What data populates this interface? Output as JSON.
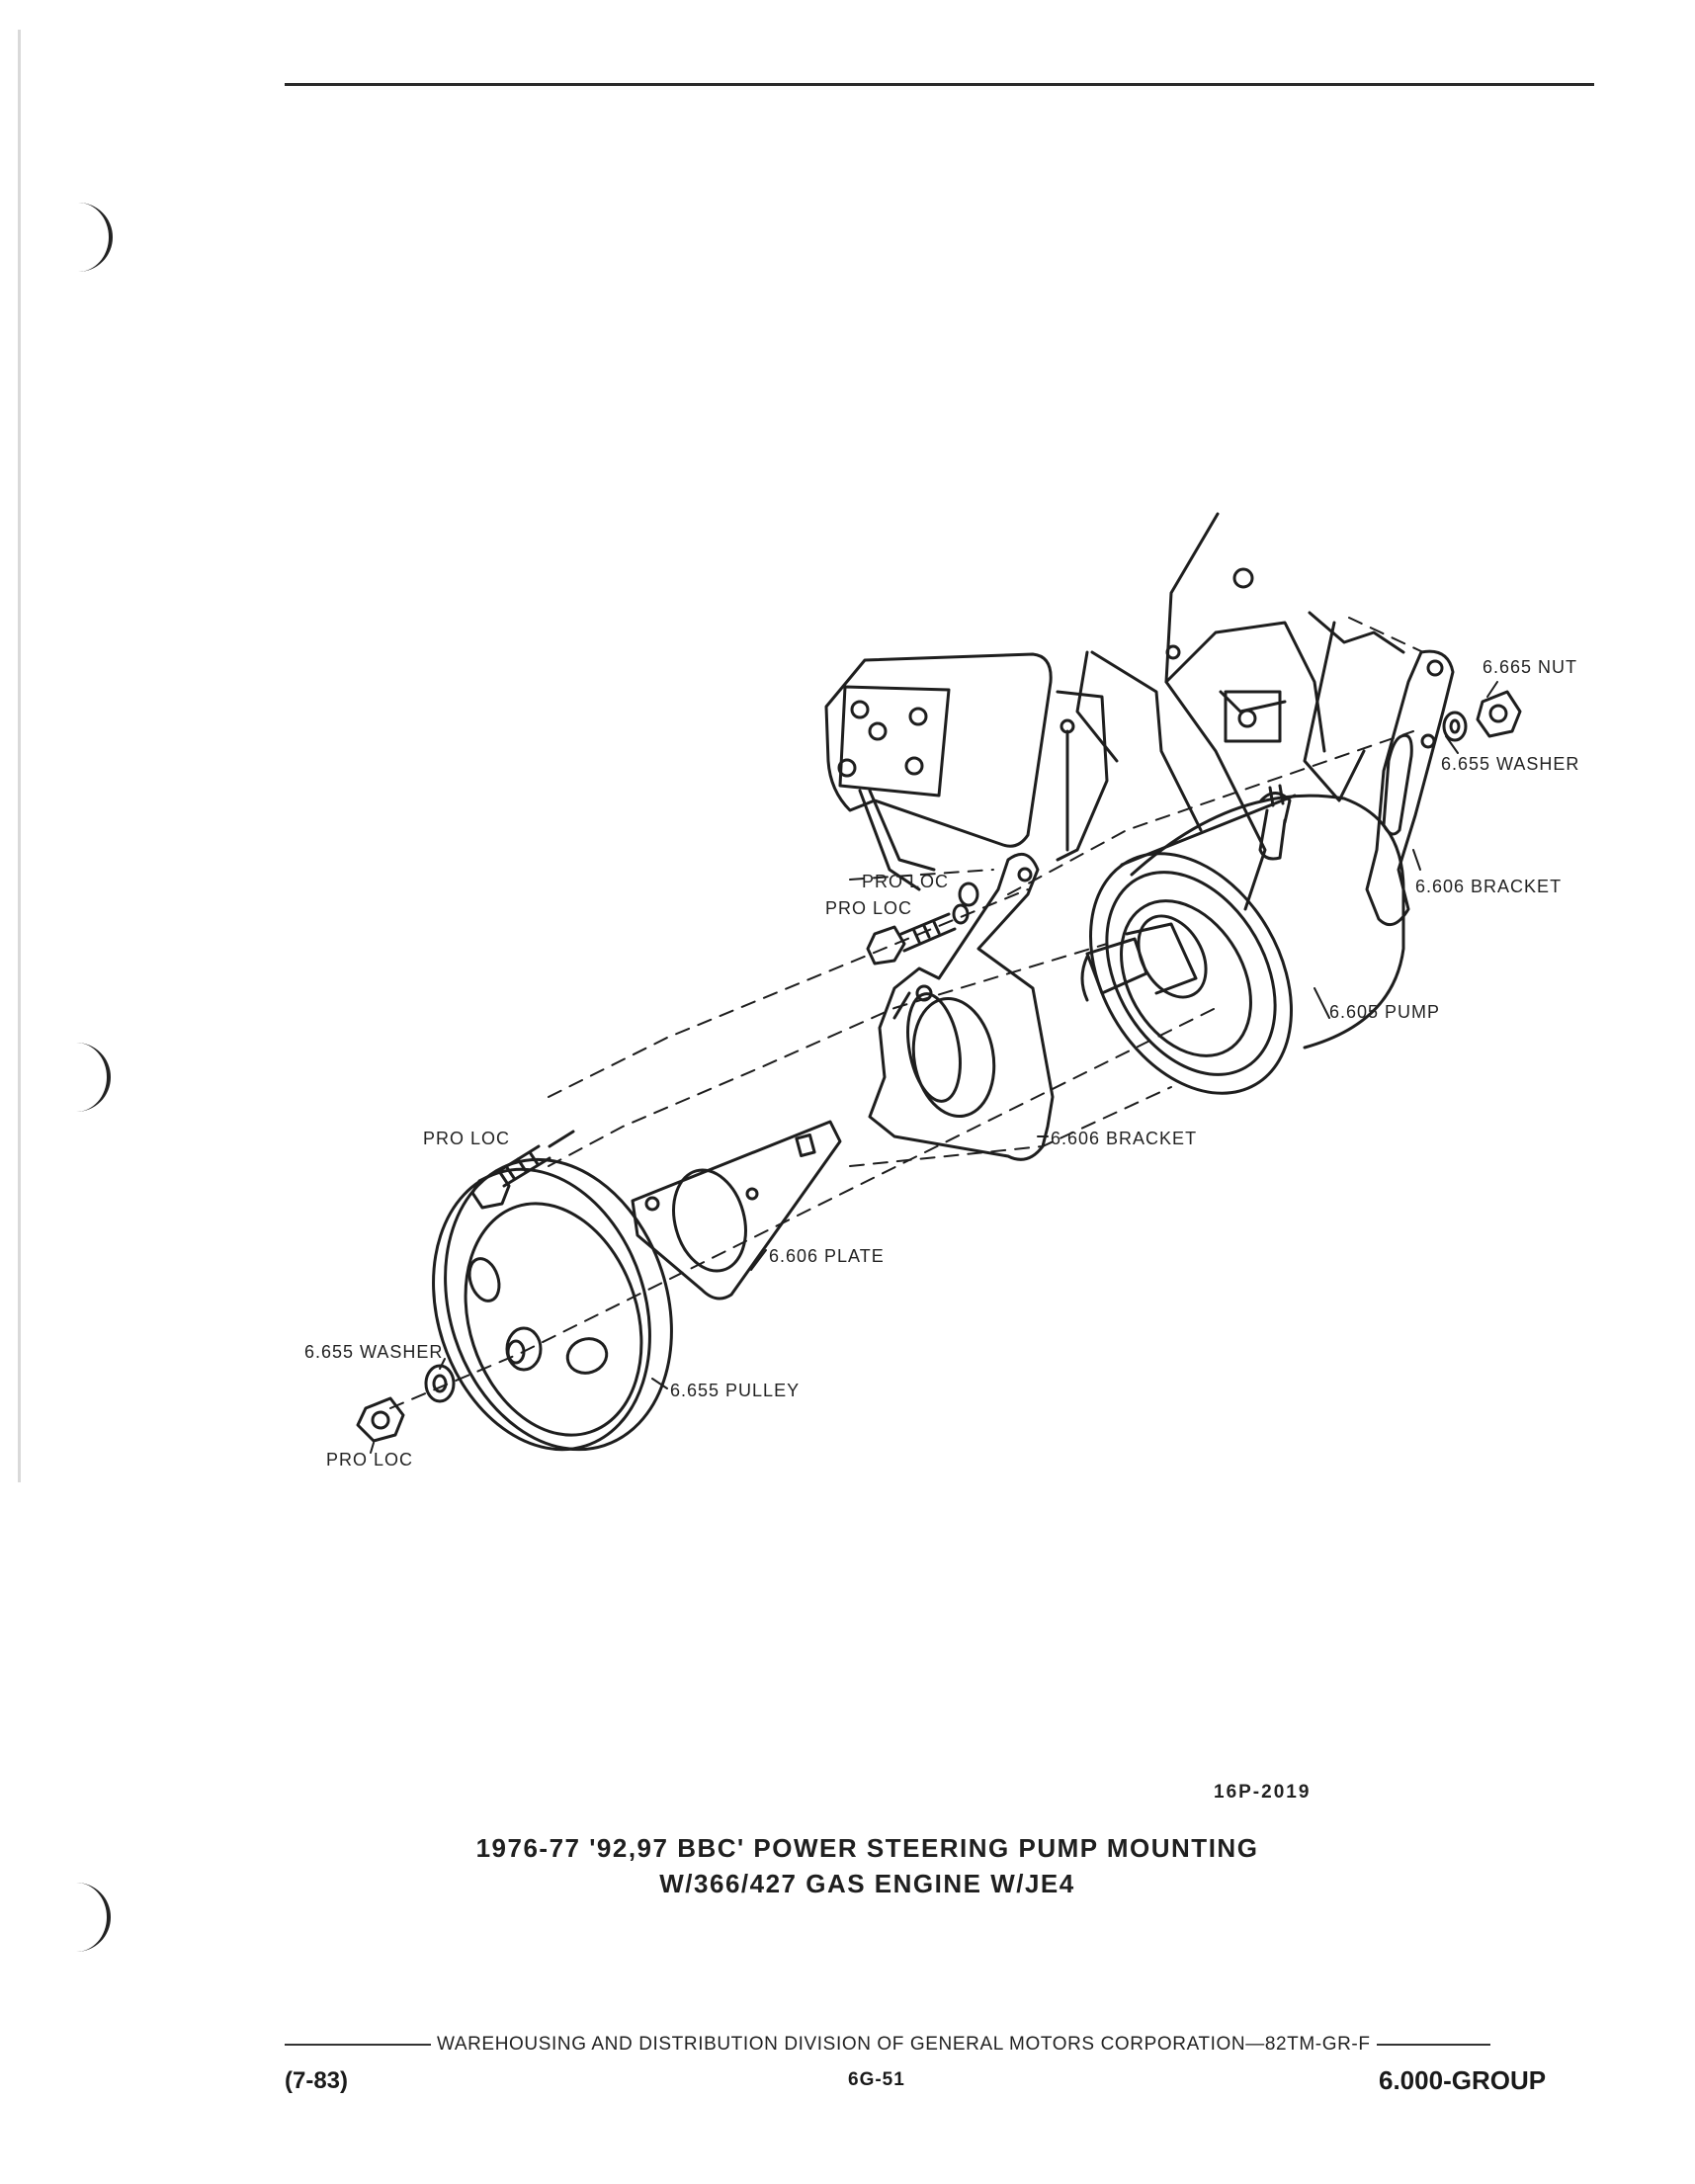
{
  "callouts": {
    "nut_top": "6.665 NUT",
    "washer_top": "6.655 WASHER",
    "bracket_right": "6.606 BRACKET",
    "pump": "6.605 PUMP",
    "pro_loc_a": "PRO LOC",
    "pro_loc_b": "PRO LOC",
    "pro_loc_left": "PRO LOC",
    "bracket_center": "6.606 BRACKET",
    "plate": "6.606 PLATE",
    "washer_left": "6.655 WASHER",
    "pulley": "6.655 PULLEY",
    "pro_loc_bottom": "PRO LOC"
  },
  "figure_code": "16P-2019",
  "caption": {
    "line1": "1976-77 '92,97 BBC' POWER STEERING PUMP MOUNTING",
    "line2": "W/366/427 GAS ENGINE W/JE4"
  },
  "footer": {
    "division": "WAREHOUSING AND DISTRIBUTION  DIVISION OF GENERAL MOTORS CORPORATION—82TM-GR-F",
    "date": "(7-83)",
    "page": "6G-51",
    "group": "6.000-GROUP"
  }
}
